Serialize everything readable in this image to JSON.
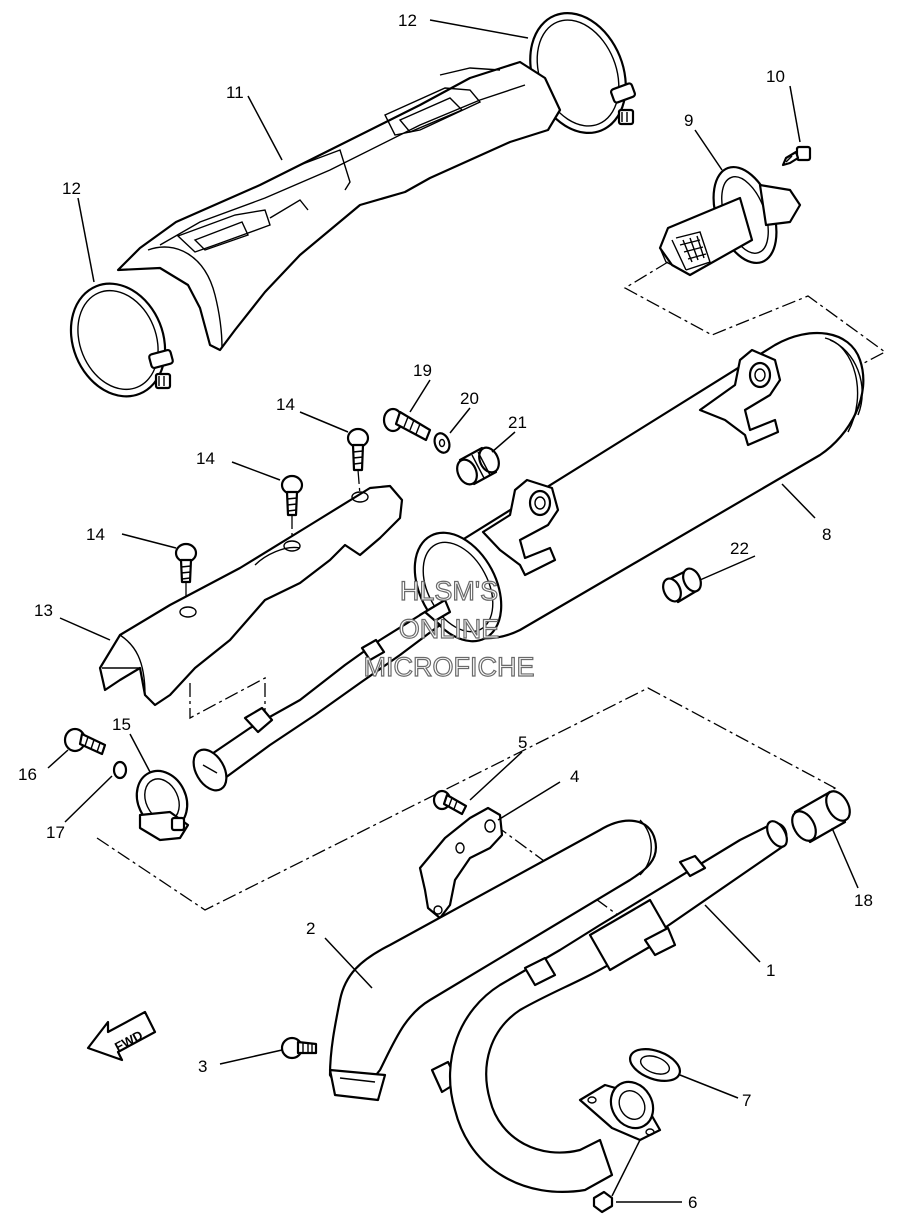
{
  "watermark": {
    "line1": "HLSM'S",
    "line2": "ONLINE",
    "line3": "MICROFICHE"
  },
  "direction_label": "FWD",
  "callouts": [
    {
      "id": "c1",
      "label": "1"
    },
    {
      "id": "c2",
      "label": "2"
    },
    {
      "id": "c3",
      "label": "3"
    },
    {
      "id": "c4",
      "label": "4"
    },
    {
      "id": "c5",
      "label": "5"
    },
    {
      "id": "c6",
      "label": "6"
    },
    {
      "id": "c7",
      "label": "7"
    },
    {
      "id": "c8",
      "label": "8"
    },
    {
      "id": "c9",
      "label": "9"
    },
    {
      "id": "c10",
      "label": "10"
    },
    {
      "id": "c11",
      "label": "11"
    },
    {
      "id": "c12a",
      "label": "12"
    },
    {
      "id": "c12b",
      "label": "12"
    },
    {
      "id": "c13",
      "label": "13"
    },
    {
      "id": "c14a",
      "label": "14"
    },
    {
      "id": "c14b",
      "label": "14"
    },
    {
      "id": "c14c",
      "label": "14"
    },
    {
      "id": "c15",
      "label": "15"
    },
    {
      "id": "c16",
      "label": "16"
    },
    {
      "id": "c17",
      "label": "17"
    },
    {
      "id": "c18",
      "label": "18"
    },
    {
      "id": "c19",
      "label": "19"
    },
    {
      "id": "c20",
      "label": "20"
    },
    {
      "id": "c21",
      "label": "21"
    },
    {
      "id": "c22",
      "label": "22"
    }
  ]
}
